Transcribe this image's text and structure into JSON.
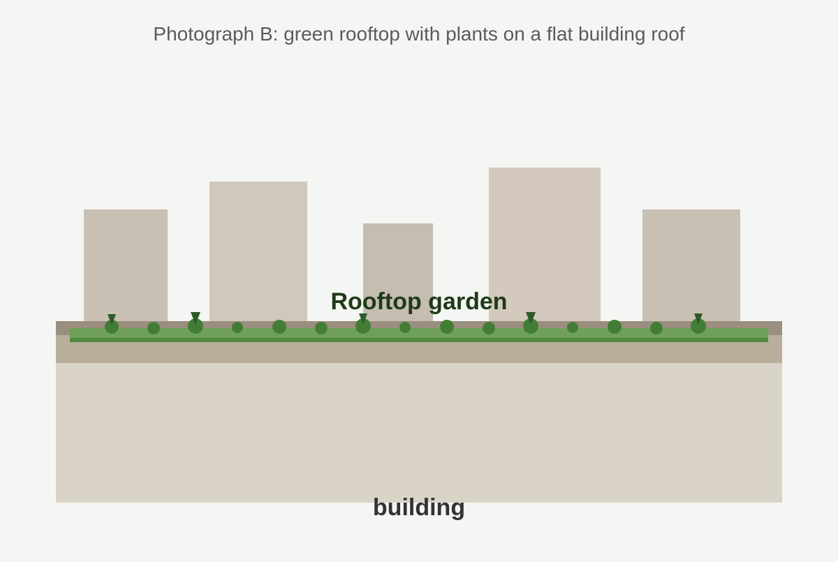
{
  "caption": "Photograph B: green rooftop with plants on a flat building roof",
  "labels": {
    "garden": "Rooftop garden",
    "building": "building"
  },
  "colors": {
    "background": "#f4f6f3",
    "building_wall": "#dad3c7",
    "roof_slab": "#b9ae9b",
    "parapet": "#9a8e7e",
    "turf": "#6fa05a",
    "turf_edge": "#4e8840",
    "plant": "#437d35",
    "plant_tip": "#2e5a28",
    "skyline_light": "#d2c9bc",
    "skyline_dark": "#c7beb1",
    "garden_label": "#1f3a17",
    "building_label": "#333333",
    "caption_text": "#5b5b5b"
  }
}
